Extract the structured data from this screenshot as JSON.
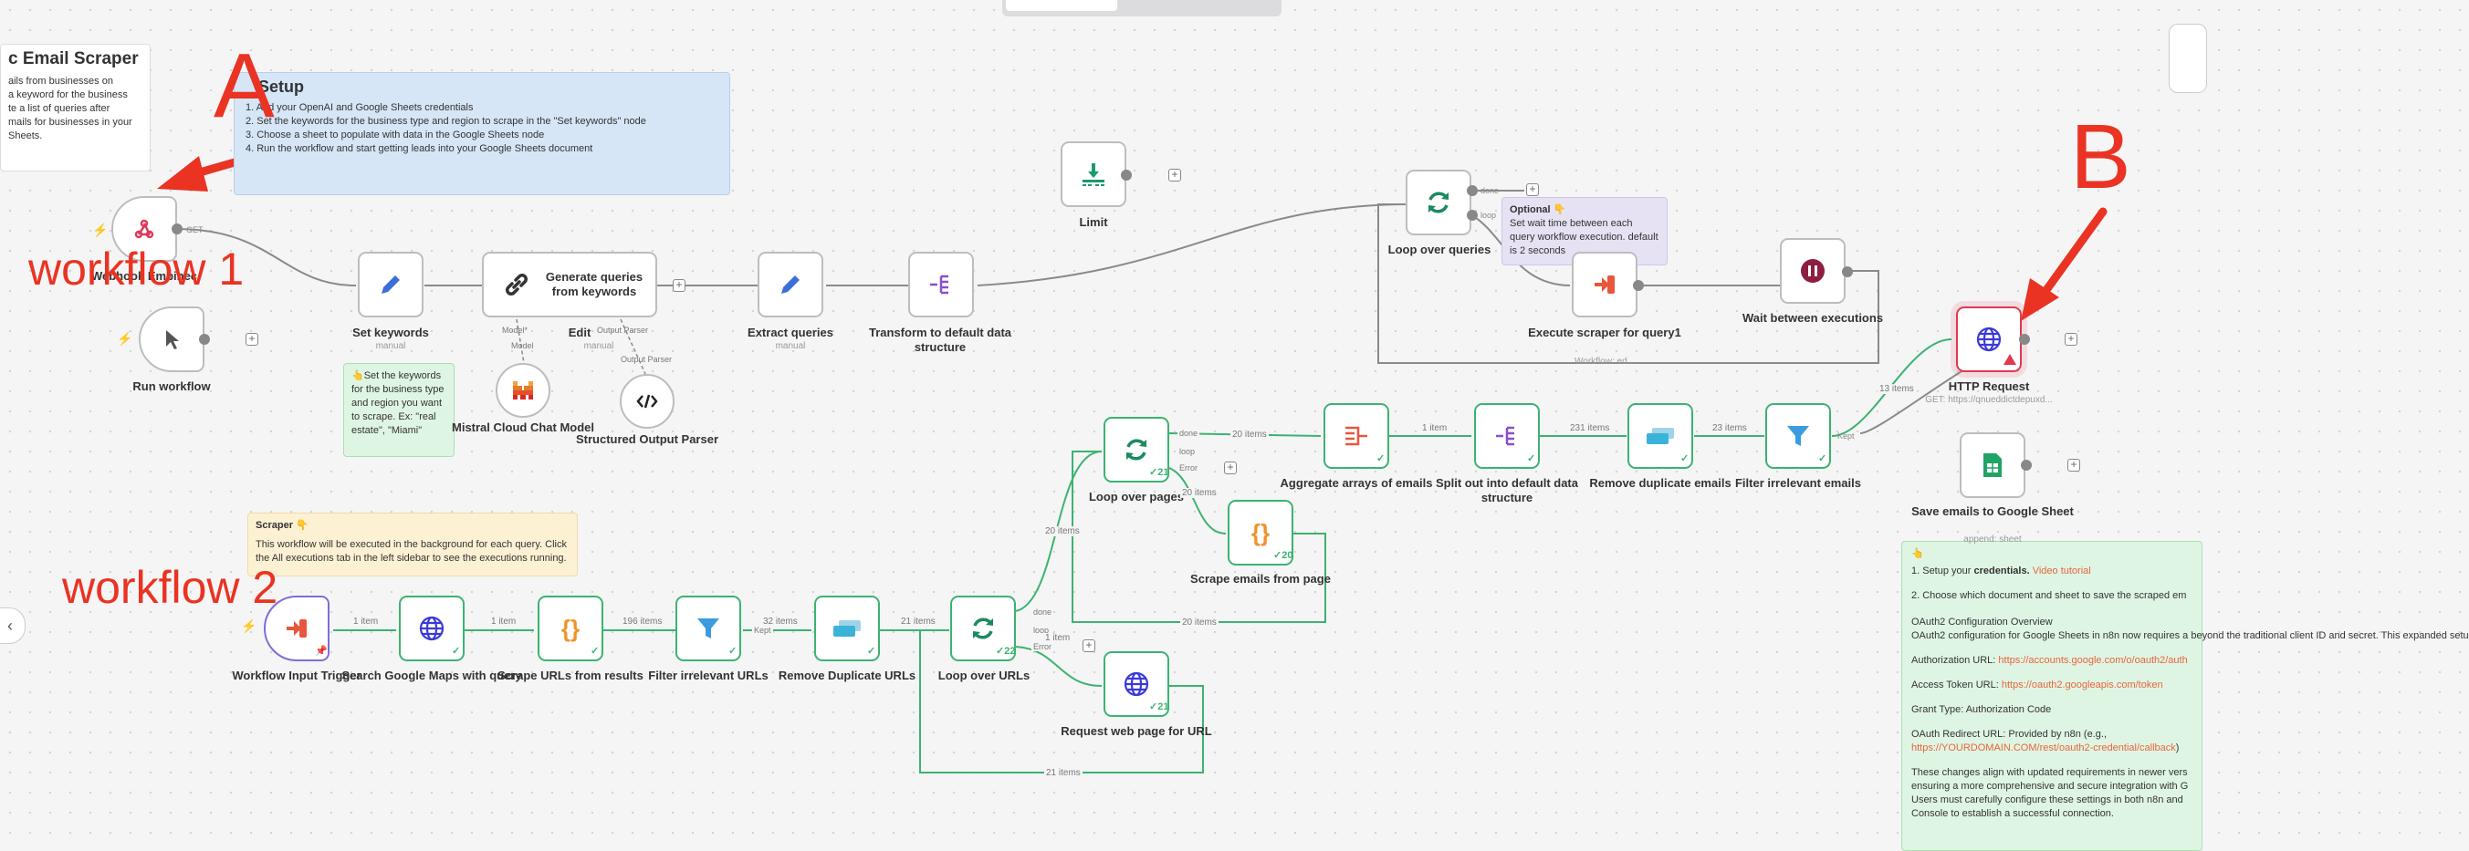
{
  "topbar": {},
  "notes": {
    "title_partial": "c Email Scraper",
    "title_desc": "ails from businesses on\na keyword for the business\nte a list of queries after\nmails for businesses in your\nSheets.",
    "setup_title": "Setup",
    "setup_lines": [
      "1. Add your OpenAI and Google Sheets credentials",
      "2. Set the keywords for the business type and region to scrape in the \"Set keywords\" node",
      "3. Choose a sheet to populate with data in the Google Sheets node",
      "4. Run the workflow and start getting leads into your Google Sheets document"
    ],
    "keywords_note": "👆Set the keywords for the business type and region you want to scrape. Ex: \"real estate\", \"Miami\"",
    "optional_title": "Optional 👇",
    "optional_body": "Set wait time between each query workflow execution. default is 2 seconds",
    "scraper_title": "Scraper 👇",
    "scraper_body": "This workflow will be executed in the background for each query. Click the All executions tab in the left sidebar to see the executions running.",
    "sheets_pointer": "👆",
    "sheets_step1_a": "1. Setup your ",
    "sheets_step1_b": "credentials.",
    "sheets_step1_link": "Video tutorial",
    "sheets_step2": "2. Choose which document and sheet to save the scraped em",
    "oauth_title": "OAuth2 Configuration Overview",
    "oauth_body": "OAuth2 configuration for Google Sheets in n8n now requires a beyond the traditional client ID and secret. This expanded setu",
    "auth_url_label": "Authorization URL: ",
    "auth_url": "https://accounts.google.com/o/oauth2/auth",
    "token_url_label": "Access Token URL: ",
    "token_url": "https://oauth2.googleapis.com/token",
    "grant_type": "Grant Type: Authorization Code",
    "redirect_label": "OAuth Redirect URL: Provided by n8n (e.g., ",
    "redirect_url": "https://YOURDOMAIN.COM/rest/oauth2-credential/callback",
    "redirect_end": ")",
    "changes": "These changes align with updated requirements in newer vers ensuring a more comprehensive and secure integration with G Users must carefully configure these settings in both n8n and Console to establish a successful connection."
  },
  "nodes": {
    "webhook": {
      "label": "Webhook Embinec",
      "get": "GET"
    },
    "run_workflow": {
      "label": "Run workflow"
    },
    "set_keywords": {
      "label": "Set keywords",
      "sub": "manual"
    },
    "generate_queries": {
      "label": "Generate queries from keywords",
      "model_port": "Model*",
      "parser_port": "Output Parser"
    },
    "edit": {
      "label": "Edit",
      "sub": "manual"
    },
    "extract_queries": {
      "label": "Extract queries",
      "sub": "manual"
    },
    "transform": {
      "label": "Transform to default data structure"
    },
    "limit": {
      "label": "Limit"
    },
    "loop_queries": {
      "label": "Loop over queries",
      "done": "done",
      "loop": "loop"
    },
    "execute_scraper": {
      "label": "Execute scraper for query1",
      "sub": "Workflow: ed..."
    },
    "wait": {
      "label": "Wait between executions"
    },
    "mistral": {
      "label": "Mistral Cloud Chat Model",
      "port": "Model"
    },
    "parser": {
      "label": "Structured Output Parser",
      "port": "Output Parser"
    },
    "http": {
      "label": "HTTP Request",
      "sub": "GET: https://qnueddictdepuxd...",
      "edge": "13 items"
    },
    "save_sheets": {
      "label": "Save emails to Google Sheet",
      "sub": "append: sheet"
    },
    "trigger": {
      "label": "Workflow Input Trigger"
    },
    "search_maps": {
      "label": "Search Google Maps with query"
    },
    "scrape_urls": {
      "label": "Scrape URLs from results"
    },
    "filter_urls": {
      "label": "Filter irrelevant URLs"
    },
    "remove_urls": {
      "label": "Remove Duplicate URLs"
    },
    "loop_urls": {
      "label": "Loop over URLs",
      "count": "22"
    },
    "request_page": {
      "label": "Request web page for URL",
      "count": "21"
    },
    "loop_pages": {
      "label": "Loop over pages",
      "count": "21"
    },
    "scrape_emails": {
      "label": "Scrape emails from page",
      "count": "20"
    },
    "aggregate": {
      "label": "Aggregate arrays of emails"
    },
    "split_out": {
      "label": "Split out into default data structure"
    },
    "remove_emails": {
      "label": "Remove duplicate emails"
    },
    "filter_emails": {
      "label": "Filter irrelevant emails",
      "kept": "Kept"
    }
  },
  "edges": {
    "trigger_search": "1 item",
    "search_scrape": "1 item",
    "scrape_filter": "196 items",
    "filter_remove": "32 items",
    "filter_kept": "Kept",
    "remove_loop": "21 items",
    "loop_done": "done",
    "loop_loop": "loop",
    "loop_error": "Error",
    "loop_1item": "1 item",
    "loop_urls_pages": "20 items",
    "loop_back_urls": "21 items",
    "pages_done": "done",
    "pages_loop": "loop",
    "pages_error": "Error",
    "pages_agg": "20 items",
    "pages_scrape": "20 items",
    "scrape_back": "20 items",
    "agg_split": "1 item",
    "split_remove": "231 items",
    "remove_filter": "23 items",
    "exec_wait": ""
  },
  "annotations": {
    "A": "A",
    "B": "B",
    "workflow1": "workflow 1",
    "workflow2": "workflow 2"
  },
  "colors": {
    "annotation": "#ea3323",
    "success": "#3cb371",
    "error": "#e0394e"
  }
}
